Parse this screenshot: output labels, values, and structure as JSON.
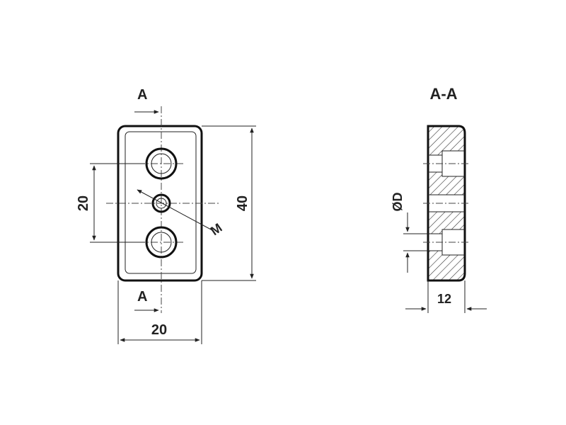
{
  "front_view": {
    "section_marker_top": "A",
    "section_marker_bottom": "A",
    "dim_hole_spacing": "20",
    "dim_height": "40",
    "dim_width": "20",
    "thread_label": "M"
  },
  "section_view": {
    "title": "A-A",
    "dim_bore": "ØD",
    "dim_thickness": "12"
  }
}
